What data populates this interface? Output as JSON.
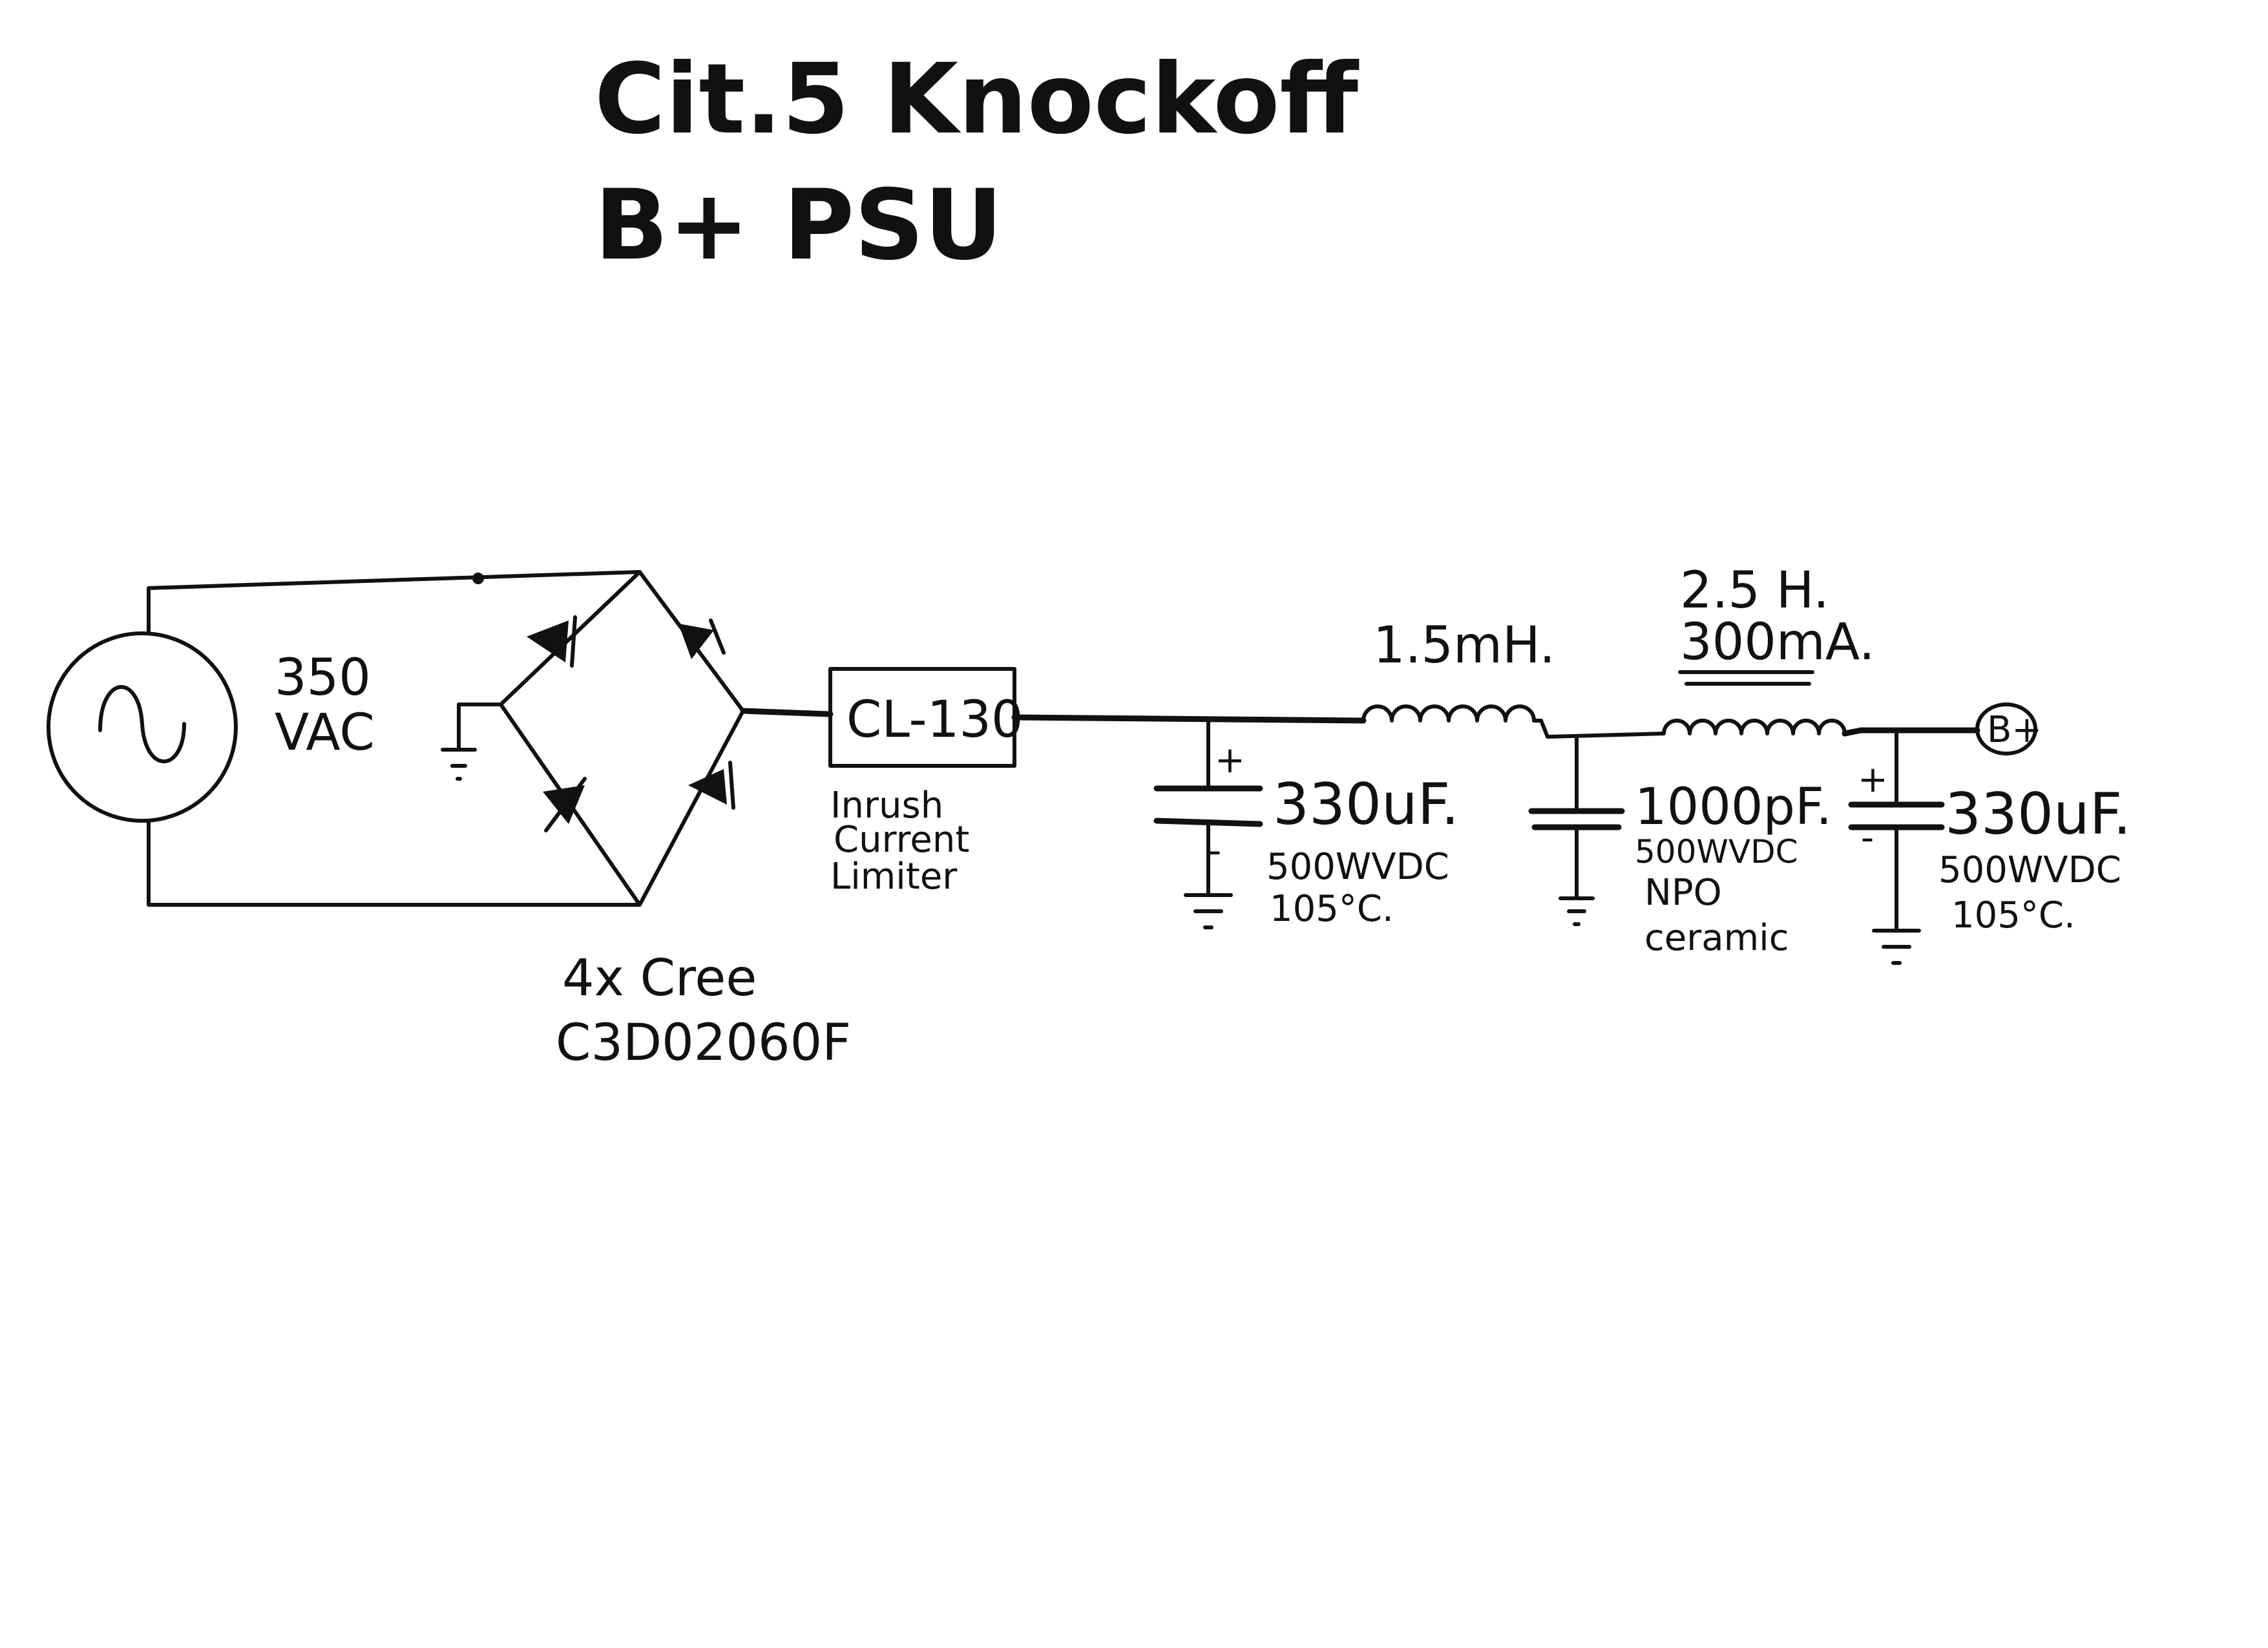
{
  "title": {
    "line1": "Cit.5 Knockoff",
    "line2": "B+ PSU"
  },
  "source": {
    "voltage": "350",
    "unit": "VAC"
  },
  "rectifier": {
    "line1": "4x Cree",
    "line2": "C3D02060F"
  },
  "limiter": {
    "part": "CL-130",
    "desc1": "Inrush",
    "desc2": "Current",
    "desc3": "Limiter"
  },
  "cap1": {
    "value": "330uF.",
    "rating": "500WVDC",
    "temp": "105°C.",
    "plus": "+",
    "minus": "-"
  },
  "inductor1": {
    "value": "1.5mH."
  },
  "cap2": {
    "value": "1000pF.",
    "rating": "500WVDC",
    "type1": "NPO",
    "type2": "ceramic"
  },
  "choke": {
    "value": "2.5 H.",
    "current": "300mA."
  },
  "cap3": {
    "value": "330uF.",
    "rating": "500WVDC",
    "temp": "105°C.",
    "plus": "+",
    "minus": "-"
  },
  "output": {
    "label": "B+"
  }
}
